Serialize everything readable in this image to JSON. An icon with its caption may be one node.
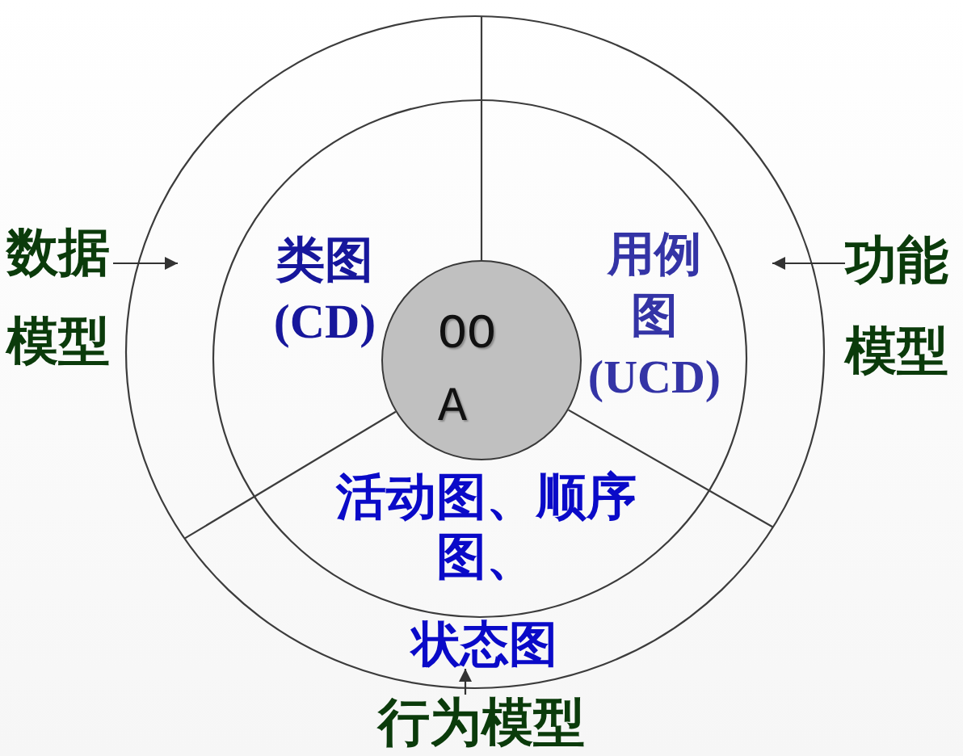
{
  "diagram": {
    "nodes": [
      {
        "text": [
          "数据模型"
        ]
      },
      {
        "text": [
          "功能模型"
        ]
      },
      {
        "text": [
          "OOA"
        ]
      },
      {
        "text": [
          "状态图"
        ]
      },
      {
        "text": [
          "行为模型"
        ]
      }
    ],
    "edges": [
      {
        "from": 0,
        "to": null,
        "arrow": "to"
      },
      {
        "from": 1,
        "to": null,
        "arrow": "to"
      },
      {
        "from": 4,
        "to": 3,
        "arrow": "to"
      }
    ],
    "labels": [
      "类图(CD)",
      "用例图(UCD)",
      "活动图、顺序图、"
    ]
  }
}
